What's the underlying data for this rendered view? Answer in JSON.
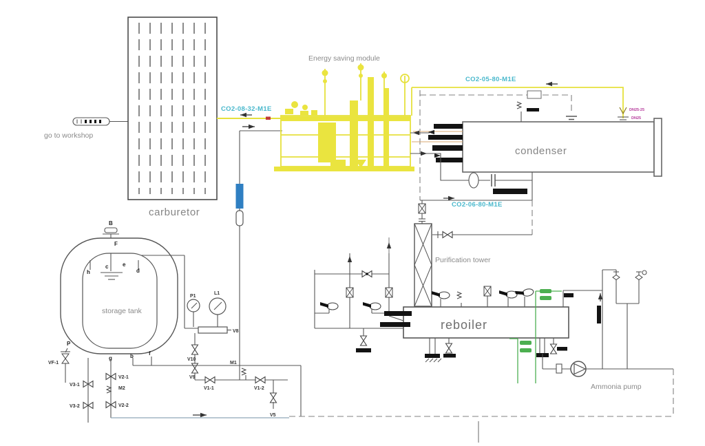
{
  "labels": {
    "go_to_workshop": "go to workshop",
    "carburetor": "carburetor",
    "energy_saving_module": "Energy saving module",
    "condenser": "condenser",
    "purification_tower": "Purification tower",
    "reboiler": "reboiler",
    "storage_tank": "storage tank",
    "ammonia_pump": "Ammonia pump"
  },
  "pipes": {
    "carburetor_line": "CO2-08-32-M1E",
    "condenser_line": "CO2-05-80-M1E",
    "tower_line": "CO2-06-80-M1E",
    "dn_top": "DN25-25",
    "dn_bottom": "DN25"
  },
  "valves": {
    "vf_1": "VF-1",
    "v3_1": "V3-1",
    "v3_2": "V3-2",
    "v2_1": "V2-1",
    "m2": "M2",
    "v2_2": "V2-2",
    "v10": "V10",
    "v9": "V9",
    "m1": "M1",
    "v1_1": "V1-1",
    "v1_2": "V1-2",
    "v5": "V5",
    "v8": "V8",
    "p1": "P1",
    "l1": "L1"
  },
  "ports": {
    "bt": "B",
    "ft": "F",
    "h": "h",
    "c": "c",
    "e": "e",
    "d": "d",
    "p": "P",
    "g": "g",
    "b": "b",
    "f": "f"
  },
  "colors": {
    "pipe_yellow": "#e6e13c",
    "label_cyan": "#49b8cc",
    "line_green": "#4caf50",
    "fill_blue": "#2f7fc2",
    "label_magenta": "#b5399b"
  }
}
